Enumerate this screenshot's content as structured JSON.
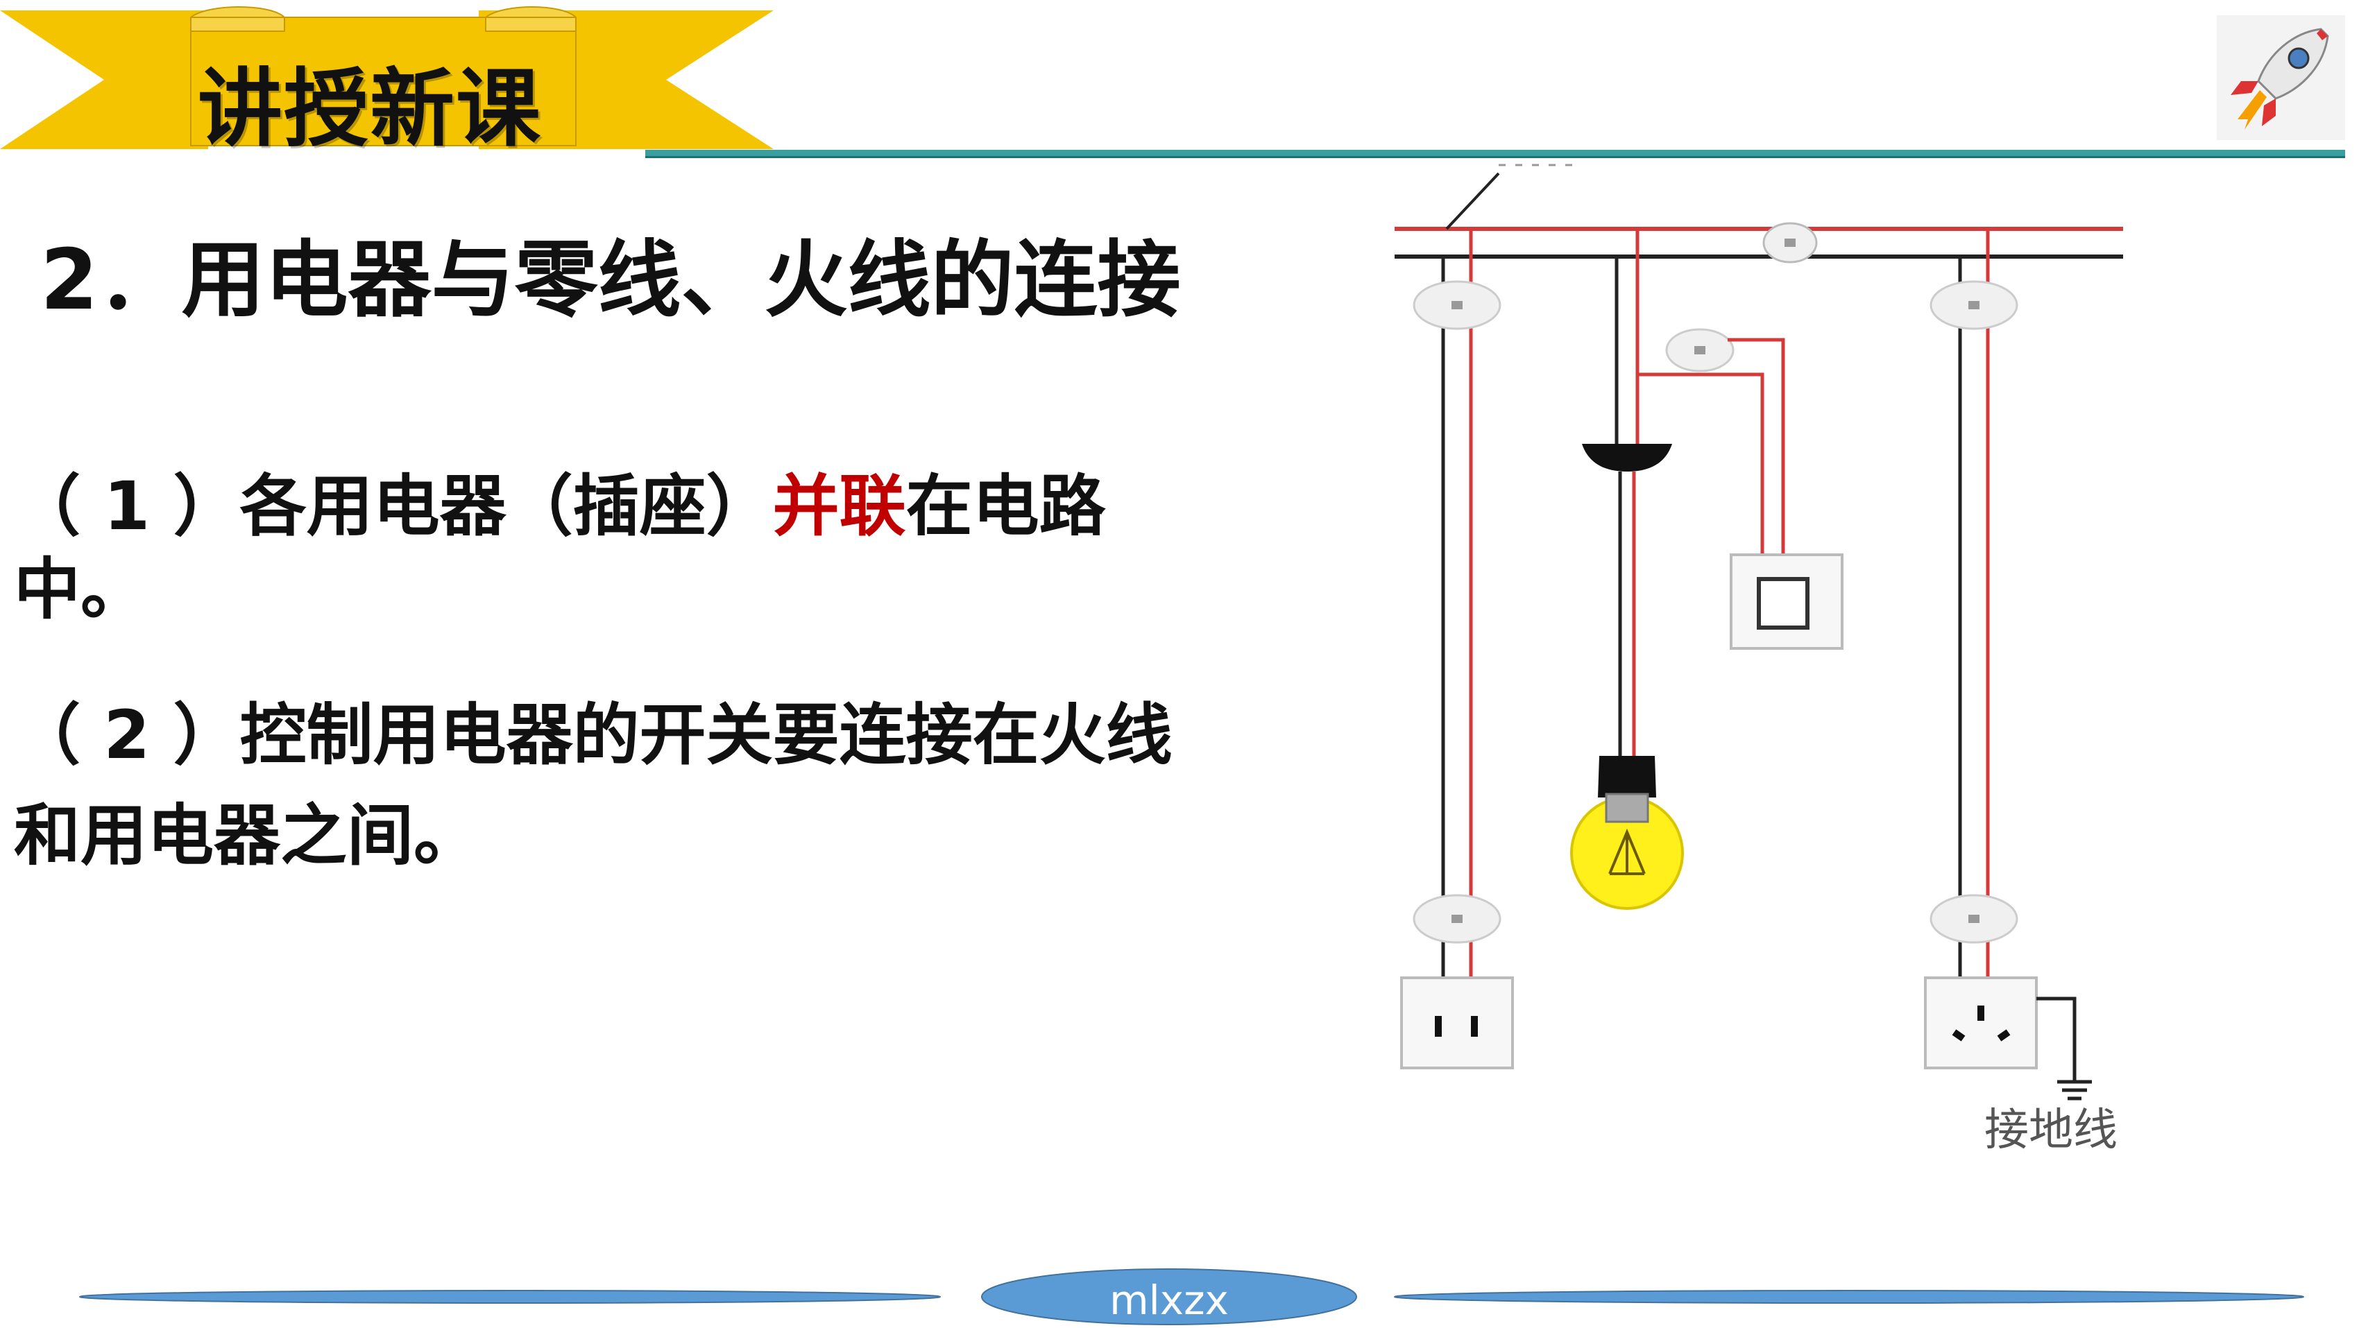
{
  "banner": {
    "title": "讲授新课",
    "color": "#f5c400"
  },
  "heading": "2．用电器与零线、火线的连接",
  "points": [
    {
      "prefix": "（ 1 ）各用电器（插座）",
      "highlight": "并联",
      "suffix": "在电路",
      "cont": "中。",
      "highlight_color": "#c00000"
    },
    {
      "line1": "（ 2 ）控制用电器的开关要连接在火线",
      "line2": "和用电器之间。"
    }
  ],
  "diagram": {
    "ground_label": "接地线",
    "live_wire_color": "#d43a3a",
    "neutral_wire_color": "#222222"
  },
  "footer": {
    "label": "mlxzx",
    "color": "#5b9bd5"
  },
  "icons": [
    "rocket-icon"
  ]
}
